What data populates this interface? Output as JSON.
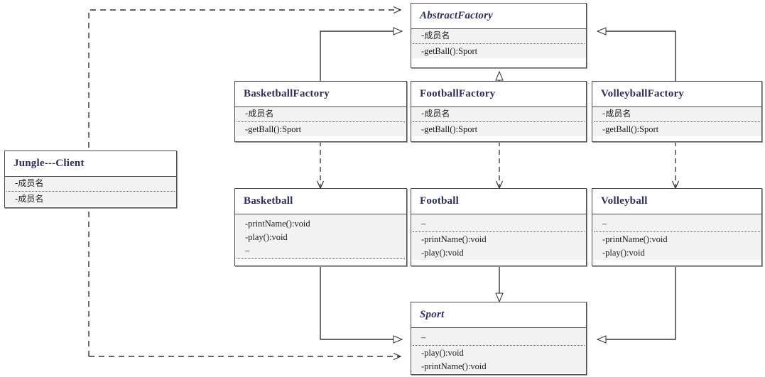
{
  "diagram": {
    "title": "AbstractFactory UML class diagram",
    "type": "uml-class-diagram",
    "colors": {
      "box_border": "#4d4d4d",
      "name_text": "#2d2d5e",
      "body_fill": "#f2f2f2",
      "edge": "#333333"
    }
  },
  "classes": {
    "abstract_factory": {
      "name": "AbstractFactory",
      "stereotype": "abstract",
      "attributes": [
        "-成员名"
      ],
      "methods": [
        "-getBall():Sport"
      ]
    },
    "basketball_factory": {
      "name": "BasketballFactory",
      "stereotype": "concrete",
      "attributes": [
        "-成员名"
      ],
      "methods": [
        "-getBall():Sport"
      ]
    },
    "football_factory": {
      "name": "FootballFactory",
      "stereotype": "concrete",
      "attributes": [
        "-成员名"
      ],
      "methods": [
        "-getBall():Sport"
      ]
    },
    "volleyball_factory": {
      "name": "VolleyballFactory",
      "stereotype": "concrete",
      "attributes": [
        "-成员名"
      ],
      "methods": [
        "-getBall():Sport"
      ]
    },
    "client": {
      "name": "Jungle---Client",
      "stereotype": "concrete",
      "attributes": [
        "-成员名"
      ],
      "methods": [
        "-成员名"
      ]
    },
    "basketball": {
      "name": "Basketball",
      "stereotype": "concrete",
      "rows_top": [
        "-printName():void",
        "-play():void",
        "–"
      ],
      "rows_bottom": []
    },
    "football": {
      "name": "Football",
      "stereotype": "concrete",
      "rows_top": [
        "–"
      ],
      "rows_bottom": [
        "-printName():void",
        "-play():void"
      ]
    },
    "volleyball": {
      "name": "Volleyball",
      "stereotype": "concrete",
      "rows_top": [
        "–"
      ],
      "rows_bottom": [
        "-printName():void",
        "-play():void"
      ]
    },
    "sport": {
      "name": "Sport",
      "stereotype": "abstract",
      "rows_top": [
        "–"
      ],
      "rows_bottom": [
        "-play():void",
        "-printName():void"
      ]
    }
  },
  "relationships": [
    {
      "from": "BasketballFactory",
      "to": "AbstractFactory",
      "kind": "generalization",
      "arrow": "hollow-triangle",
      "line": "solid"
    },
    {
      "from": "FootballFactory",
      "to": "AbstractFactory",
      "kind": "generalization",
      "arrow": "hollow-triangle",
      "line": "solid"
    },
    {
      "from": "VolleyballFactory",
      "to": "AbstractFactory",
      "kind": "generalization",
      "arrow": "hollow-triangle",
      "line": "solid"
    },
    {
      "from": "BasketballFactory",
      "to": "Basketball",
      "kind": "dependency",
      "arrow": "open-v",
      "line": "dashed"
    },
    {
      "from": "FootballFactory",
      "to": "Football",
      "kind": "dependency",
      "arrow": "open-v",
      "line": "dashed"
    },
    {
      "from": "VolleyballFactory",
      "to": "Volleyball",
      "kind": "dependency",
      "arrow": "open-v",
      "line": "dashed"
    },
    {
      "from": "Basketball",
      "to": "Sport",
      "kind": "generalization",
      "arrow": "hollow-triangle",
      "line": "solid"
    },
    {
      "from": "Football",
      "to": "Sport",
      "kind": "generalization",
      "arrow": "hollow-triangle",
      "line": "solid"
    },
    {
      "from": "Volleyball",
      "to": "Sport",
      "kind": "generalization",
      "arrow": "hollow-triangle",
      "line": "solid"
    },
    {
      "from": "Jungle---Client",
      "to": "AbstractFactory",
      "kind": "dependency",
      "arrow": "open-v",
      "line": "dashed"
    },
    {
      "from": "Jungle---Client",
      "to": "Sport",
      "kind": "dependency",
      "arrow": "open-v",
      "line": "dashed"
    }
  ]
}
